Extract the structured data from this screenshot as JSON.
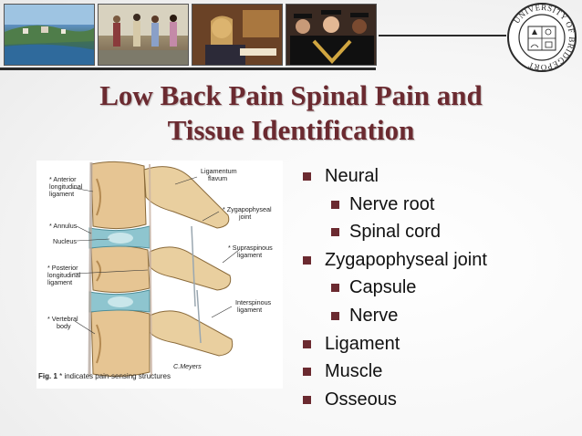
{
  "slide": {
    "title_line1": "Low Back Pain Spinal Pain and",
    "title_line2": "Tissue Identification",
    "logo_text": "UNIVERSITY OF BRIDGEPORT",
    "bullets": [
      {
        "level": 1,
        "text": "Neural"
      },
      {
        "level": 2,
        "text": "Nerve root"
      },
      {
        "level": 2,
        "text": "Spinal cord"
      },
      {
        "level": 1,
        "text": "Zygapophyseal joint"
      },
      {
        "level": 2,
        "text": "Capsule"
      },
      {
        "level": 2,
        "text": "Nerve"
      },
      {
        "level": 1,
        "text": "Ligament"
      },
      {
        "level": 1,
        "text": "Muscle"
      },
      {
        "level": 1,
        "text": "Osseous"
      }
    ]
  },
  "figure": {
    "labels": {
      "anterior1": "* Anterior",
      "anterior2": "longitudinal",
      "anterior3": "ligament",
      "annulus": "* Annulus",
      "nucleus": "Nucleus",
      "posterior1": "* Posterior",
      "posterior2": "longitudinal",
      "posterior3": "ligament",
      "vertebral1": "* Vertebral",
      "vertebral2": "body",
      "flavum1": "Ligamentum",
      "flavum2": "flavum",
      "zyg1": "* Zygapophyseal",
      "zyg2": "joint",
      "supra1": "* Supraspinous",
      "supra2": "ligament",
      "inter1": "Interspinous",
      "inter2": "ligament",
      "signature": "C.Meyers"
    },
    "caption_bold": "Fig. 1",
    "caption_rest": " * indicates pain-sensing structures"
  },
  "colors": {
    "title": "#6b2a30",
    "bullet_marker": "#6b2a30",
    "bone": "#e6c593",
    "disc": "#8ec5cf"
  }
}
